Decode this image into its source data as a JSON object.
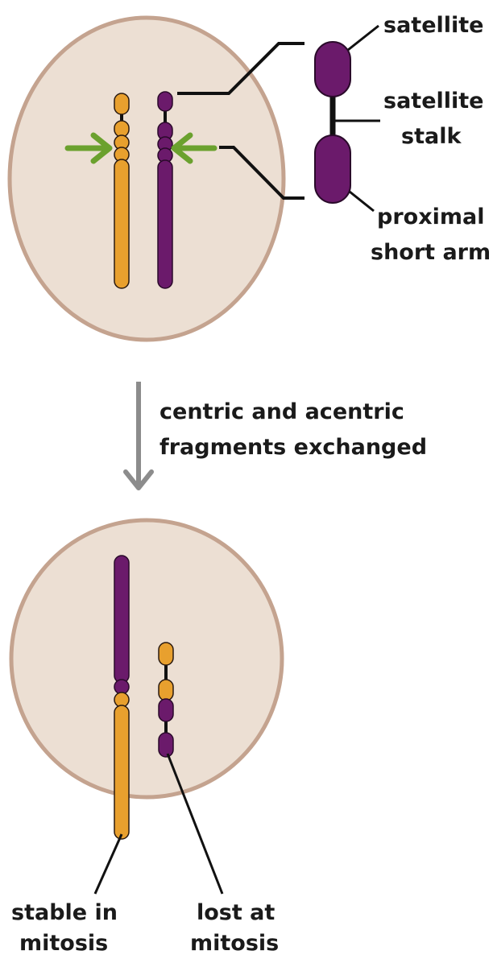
{
  "labels": {
    "satellite": "satellite",
    "satellite_stalk_1": "satellite",
    "satellite_stalk_2": "stalk",
    "proximal_1": "proximal",
    "proximal_2": "short arm",
    "step_1": "centric and acentric",
    "step_2": "fragments exchanged",
    "stable_1": "stable in",
    "stable_2": "mitosis",
    "lost_1": "lost at",
    "lost_2": "mitosis"
  },
  "colors": {
    "cell_fill": "#ecdfd3",
    "cell_border": "#c4a38f",
    "orange_chromosome": "#e8a02e",
    "purple_chromosome": "#6b1a6b",
    "arrow_green": "#6ba12e",
    "arrow_gray": "#8c8c8c",
    "line": "#111111"
  },
  "icons": {
    "break_point_arrow": "green-arrow-icon",
    "process_arrow": "down-arrow-icon"
  }
}
